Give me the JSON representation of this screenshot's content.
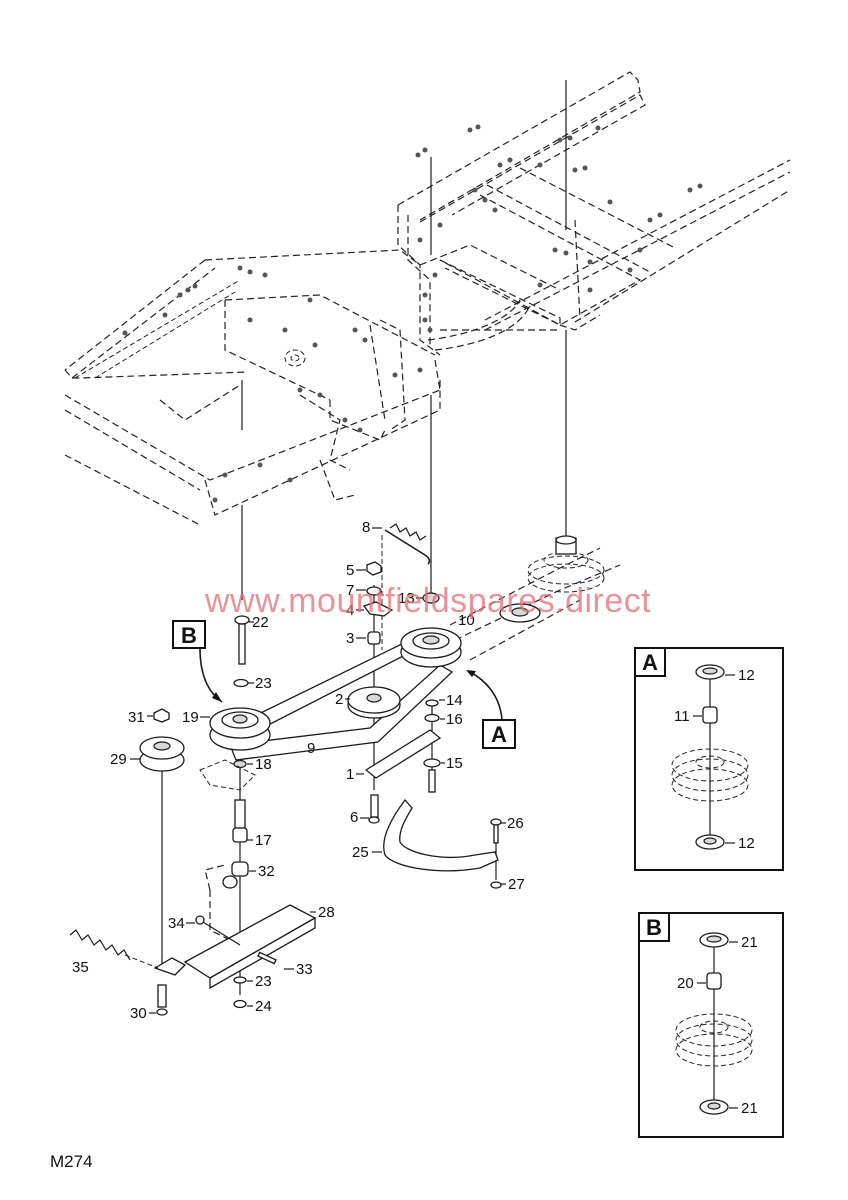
{
  "diagram": {
    "code": "M274",
    "watermark": "www.mountfieldspares.direct",
    "callout_a": "A",
    "callout_b": "B",
    "detail_a": {
      "title": "A",
      "parts": [
        "12",
        "11",
        "12"
      ]
    },
    "detail_b": {
      "title": "B",
      "parts": [
        "21",
        "20",
        "21"
      ]
    },
    "labels": {
      "p1": "1",
      "p2": "2",
      "p3": "3",
      "p4": "4",
      "p5": "5",
      "p6": "6",
      "p7": "7",
      "p8": "8",
      "p9": "9",
      "p10": "10",
      "p13": "13",
      "p14": "14",
      "p15": "15",
      "p16": "16",
      "p17": "17",
      "p18": "18",
      "p19": "19",
      "p22": "22",
      "p23a": "23",
      "p23b": "23",
      "p24": "24",
      "p25": "25",
      "p26": "26",
      "p27": "27",
      "p28": "28",
      "p29": "29",
      "p30": "30",
      "p31": "31",
      "p32": "32",
      "p33": "33",
      "p34": "34",
      "p35": "35"
    }
  }
}
